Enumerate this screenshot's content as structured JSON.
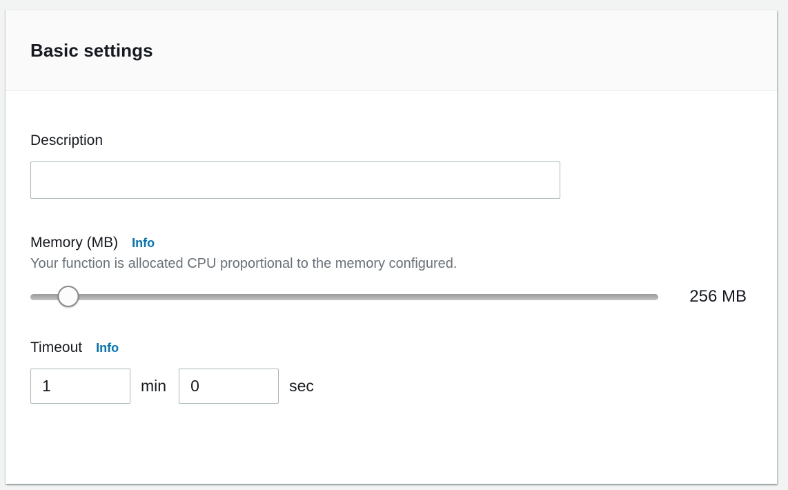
{
  "panel": {
    "title": "Basic settings"
  },
  "description": {
    "label": "Description",
    "value": ""
  },
  "memory": {
    "label": "Memory (MB)",
    "info_label": "Info",
    "help_text": "Your function is allocated CPU proportional to the memory configured.",
    "value_display": "256 MB",
    "slider_percent": 6
  },
  "timeout": {
    "label": "Timeout",
    "info_label": "Info",
    "minutes_value": "1",
    "minutes_unit": "min",
    "seconds_value": "0",
    "seconds_unit": "sec"
  },
  "colors": {
    "link_blue": "#0073bb",
    "heading_text": "#16191f",
    "secondary_text": "#687078",
    "header_bg": "#fafafa",
    "divider": "#eaeded",
    "input_border": "#aab7b8",
    "page_bg": "#f2f3f3"
  }
}
